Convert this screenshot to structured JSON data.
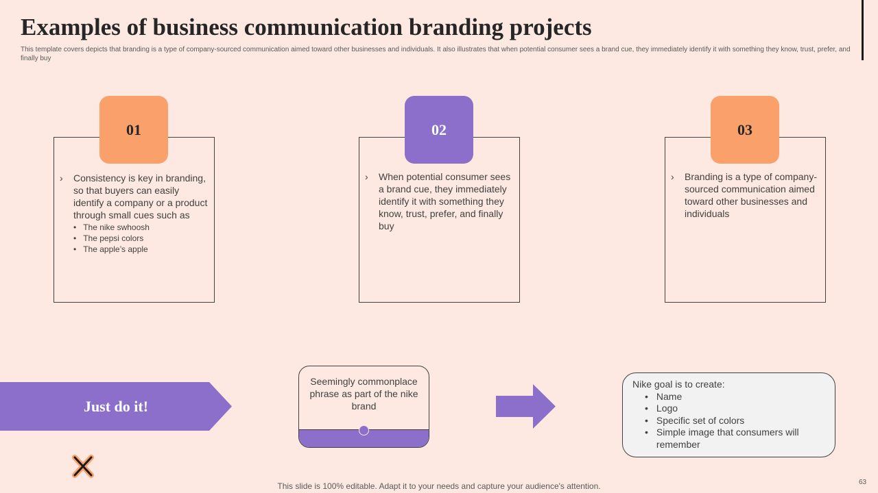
{
  "slide": {
    "title": "Examples of business communication  branding projects",
    "subtitle": "This template covers depicts that branding is a type of company-sourced communication aimed toward other businesses and individuals. It also illustrates that when potential consumer sees a brand cue, they immediately  identify it with something they know, trust, prefer, and finally buy",
    "footer": "This slide is 100% editable. Adapt it to your needs and capture your audience's attention.",
    "page_number": "63"
  },
  "colors": {
    "background": "#FDE9E1",
    "orange": "#F9A06B",
    "purple": "#8B6FCB",
    "box_gray": "#F2F2F2"
  },
  "cards": [
    {
      "number": "01",
      "text": "Consistency is key in branding, so that buyers can easily identify a company or a product through small cues such as",
      "bullets": [
        "The nike swhoosh",
        "The pepsi colors",
        "The apple’s apple"
      ]
    },
    {
      "number": "02",
      "text": "When potential consumer sees a brand cue, they immediately identify it with something they know, trust, prefer, and finally buy",
      "bullets": []
    },
    {
      "number": "03",
      "text": "Branding is a type of company-sourced communication aimed toward other businesses and individuals",
      "bullets": []
    }
  ],
  "bottom": {
    "banner_text": "Just do it!",
    "phrase_text": "Seemingly commonplace phrase as part of the nike brand",
    "goal_heading": "Nike goal is to create:",
    "goal_items": [
      "Name",
      "Logo",
      "Specific set of colors",
      "Simple image that consumers will remember"
    ]
  },
  "glyphs": {
    "chevron": "›",
    "bullet": "•"
  }
}
